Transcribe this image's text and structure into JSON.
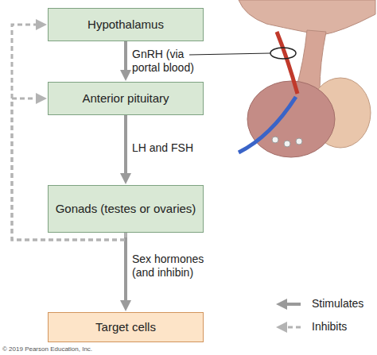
{
  "diagram": {
    "nodes": [
      {
        "text": [
          "Hypothalamus"
        ]
      },
      {
        "text": [
          "Anterior pituitary"
        ]
      },
      {
        "text": [
          "Gonads (testes or ovaries)"
        ]
      },
      {
        "text": [
          "Target cells"
        ]
      }
    ],
    "edges": [
      {
        "from": 0,
        "to": 1,
        "label": "GnRH (via portal blood)",
        "arrow": "to"
      },
      {
        "from": 1,
        "to": 2,
        "label": "LH and FSH",
        "arrow": "to"
      },
      {
        "from": 2,
        "to": 3,
        "label": "Sex hormones (and inhibin)",
        "arrow": "to"
      },
      {
        "from": 2,
        "to": 0,
        "arrow": "to"
      },
      {
        "from": 2,
        "to": 1,
        "arrow": "to"
      }
    ],
    "labels": [
      "© 2019 Pearson Education, Inc."
    ],
    "legend": [
      {
        "text": "Stimulates"
      },
      {
        "text": "Inhibits"
      }
    ]
  }
}
